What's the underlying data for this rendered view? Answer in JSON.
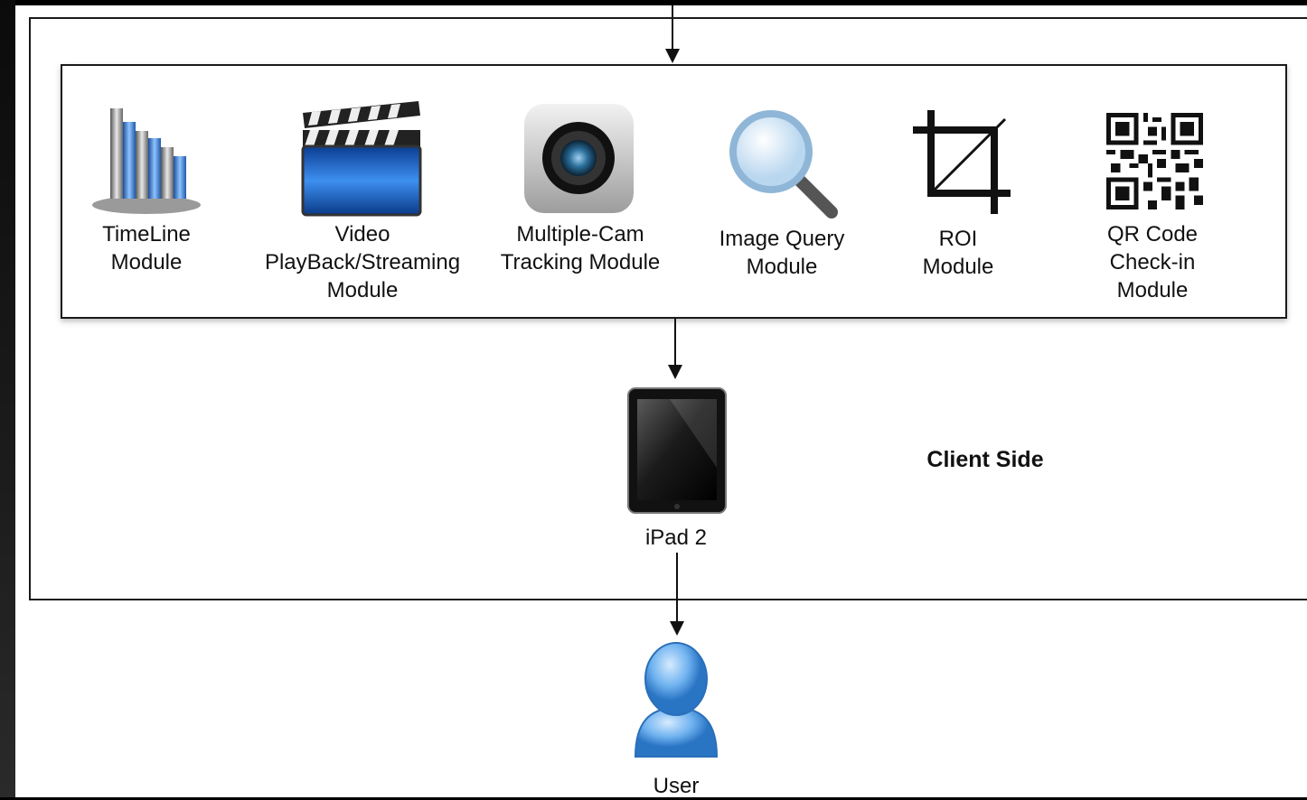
{
  "diagram": {
    "client_side_label": "Client Side",
    "modules": [
      {
        "label": "TimeLine\nModule",
        "icon": "bar-chart-3d-icon"
      },
      {
        "label": "Video\nPlayBack/Streaming\nModule",
        "icon": "clapperboard-icon"
      },
      {
        "label": "Multiple-Cam\nTracking Module",
        "icon": "camera-icon"
      },
      {
        "label": "Image Query\nModule",
        "icon": "magnifying-glass-icon"
      },
      {
        "label": "ROI\nModule",
        "icon": "crop-icon"
      },
      {
        "label": "QR Code\nCheck-in\nModule",
        "icon": "qr-code-icon"
      }
    ],
    "device": {
      "label": "iPad 2",
      "icon": "ipad-icon"
    },
    "user": {
      "label": "User",
      "icon": "user-icon"
    }
  },
  "colors": {
    "line": "#111111",
    "icon_blue": "#4a90e2",
    "background": "#ffffff",
    "frame": "#000000"
  }
}
